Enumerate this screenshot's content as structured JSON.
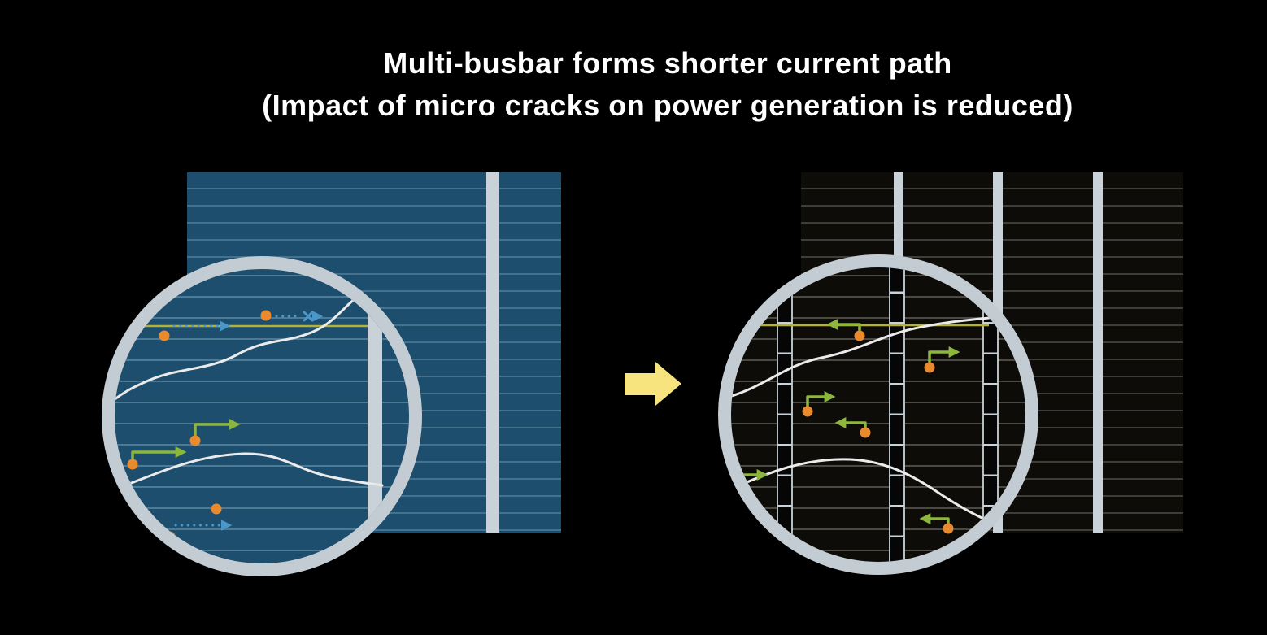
{
  "title": {
    "line1": "Multi-busbar forms shorter current path",
    "line2": "(Impact of micro cracks on power generation is reduced)"
  },
  "colors": {
    "background": "#000000",
    "title_text": "#ffffff",
    "cell_blue": "#1d4e6e",
    "cell_blue_line": "#4d7b95",
    "cell_black": "#0d0c08",
    "cell_black_line": "#4a4a43",
    "busbar": "#c9d2d8",
    "busbar_core": "#060606",
    "ring": "#c3ccd3",
    "electron_dot": "#e98a2e",
    "long_path": "#4a97c8",
    "short_path": "#8cb63c",
    "crack": "#ebebeb",
    "highlight_line": "#b5b132",
    "transition_arrow": "#f8e47f"
  },
  "icons": {
    "transition": "right-block-arrow",
    "magnifier": "circle-lens",
    "blocked_path": "x-mark",
    "electron": "orange-dot",
    "long_current_path": "blue-dotted-arrow",
    "short_current_path": "green-elbow-arrow",
    "micro_crack": "white-wavy-line"
  }
}
